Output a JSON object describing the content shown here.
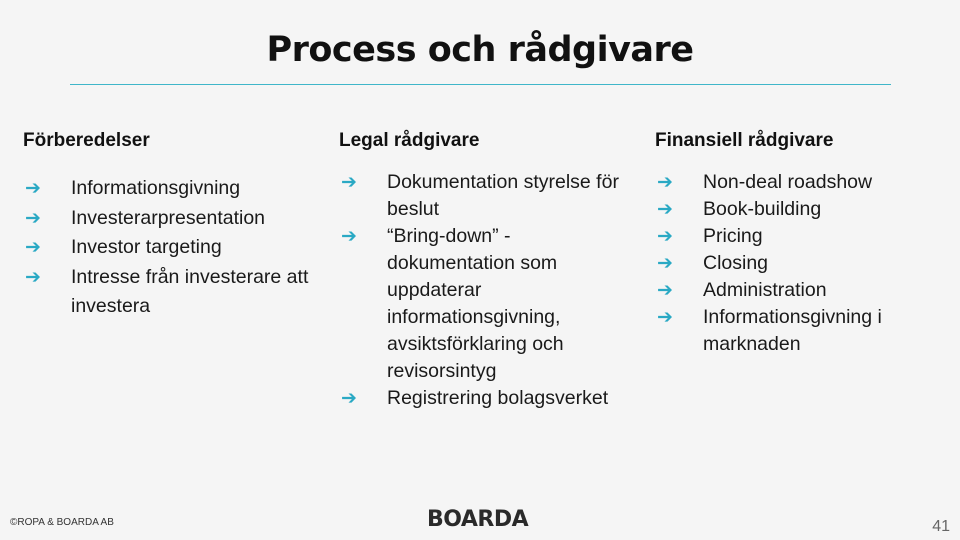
{
  "title": "Process och rådgivare",
  "columns": [
    {
      "heading": "Förberedelser",
      "items": [
        "Informationsgivning",
        "Investerarpresentation",
        "Investor targeting",
        "Intresse från investerare att investera"
      ]
    },
    {
      "heading": "Legal rådgivare",
      "items": [
        "Dokumentation styrelse för beslut",
        "“Bring-down” - dokumentation som uppdaterar informationsgivning, avsiktsförklaring och revisorsintyg",
        "Registrering bolagsverket"
      ]
    },
    {
      "heading": "Finansiell rådgivare",
      "items": [
        "Non-deal roadshow",
        "Book-building",
        "Pricing",
        "Closing",
        "Administration",
        "Informationsgivning i marknaden"
      ]
    }
  ],
  "bullet_glyph": "➔",
  "accent_color": "#2aa9c4",
  "footer": {
    "copyright": "©ROPA & BOARDA AB",
    "logo_text": "BOARDA",
    "page_number": "41"
  }
}
